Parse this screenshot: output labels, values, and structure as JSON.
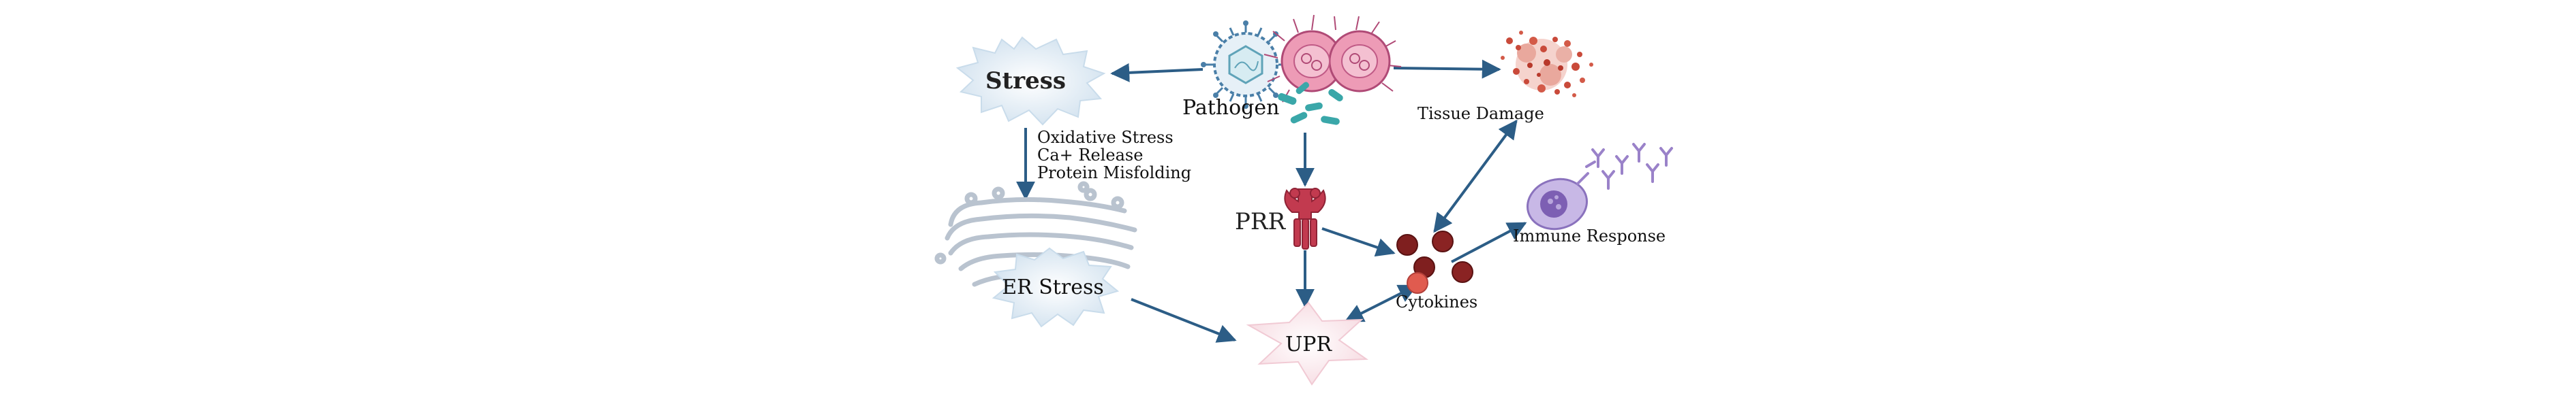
{
  "diagram": {
    "nodes": {
      "stress": "Stress",
      "pathogen": "Pathogen",
      "tissue_damage": "Tissue Damage",
      "stress_causes": [
        "Oxidative Stress",
        "Ca+ Release",
        "Protein Misfolding"
      ],
      "prr": "PRR",
      "er_stress": "ER Stress",
      "upr": "UPR",
      "cytokines": "Cytokines",
      "immune_response": "Immune Response"
    },
    "colors": {
      "arrow": "#2c5d86",
      "star_fill": "#dde9f3",
      "upr_fill": "#f9e6ea",
      "pathogen_pink": "#e98aa6",
      "prr_red": "#c23a4f",
      "cytokine_dark": "#7f1f1f",
      "cytokine_light": "#e05b4f",
      "immune_purple": "#9a82c9",
      "tissue_red": "#c94a3a"
    },
    "icons": [
      "starburst-icon",
      "virus-icon",
      "bacteria-icon",
      "tissue-damage-icon",
      "er-organelle-icon",
      "receptor-icon",
      "cytokine-icon",
      "immune-cell-icon",
      "antibody-icon"
    ]
  }
}
